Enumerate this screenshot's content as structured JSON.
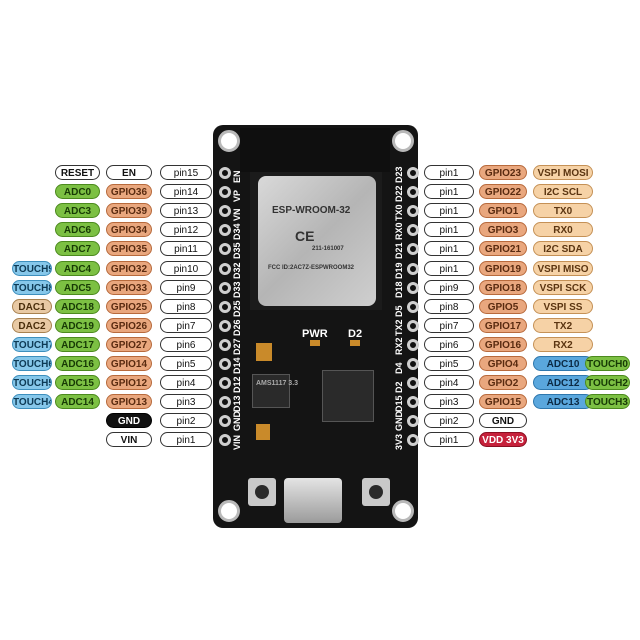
{
  "left_rows": [
    {
      "pin": "pin15",
      "tags": [
        {
          "text": "EN",
          "kind": "name"
        },
        {
          "text": "RESET",
          "kind": "name"
        }
      ]
    },
    {
      "pin": "pin14",
      "tags": [
        {
          "text": "GPIO36",
          "kind": "gpio"
        },
        {
          "text": "ADC0",
          "kind": "adc"
        }
      ]
    },
    {
      "pin": "pin13",
      "tags": [
        {
          "text": "GPIO39",
          "kind": "gpio"
        },
        {
          "text": "ADC3",
          "kind": "adc"
        }
      ]
    },
    {
      "pin": "pin12",
      "tags": [
        {
          "text": "GPIO34",
          "kind": "gpio"
        },
        {
          "text": "ADC6",
          "kind": "adc"
        }
      ]
    },
    {
      "pin": "pin11",
      "tags": [
        {
          "text": "GPIO35",
          "kind": "gpio"
        },
        {
          "text": "ADC7",
          "kind": "adc"
        }
      ]
    },
    {
      "pin": "pin10",
      "tags": [
        {
          "text": "GPIO32",
          "kind": "gpio"
        },
        {
          "text": "ADC4",
          "kind": "adc"
        },
        {
          "text": "TOUCH9",
          "kind": "touch"
        }
      ]
    },
    {
      "pin": "pin9",
      "tags": [
        {
          "text": "GPIO33",
          "kind": "gpio"
        },
        {
          "text": "ADC5",
          "kind": "adc"
        },
        {
          "text": "TOUCH8",
          "kind": "touch"
        }
      ]
    },
    {
      "pin": "pin8",
      "tags": [
        {
          "text": "GPIO25",
          "kind": "gpio"
        },
        {
          "text": "ADC18",
          "kind": "adc"
        },
        {
          "text": "DAC1",
          "kind": "dac"
        }
      ]
    },
    {
      "pin": "pin7",
      "tags": [
        {
          "text": "GPIO26",
          "kind": "gpio"
        },
        {
          "text": "ADC19",
          "kind": "adc"
        },
        {
          "text": "DAC2",
          "kind": "dac"
        }
      ]
    },
    {
      "pin": "pin6",
      "tags": [
        {
          "text": "GPIO27",
          "kind": "gpio"
        },
        {
          "text": "ADC17",
          "kind": "adc"
        },
        {
          "text": "TOUCH7",
          "kind": "touch"
        }
      ]
    },
    {
      "pin": "pin5",
      "tags": [
        {
          "text": "GPIO14",
          "kind": "gpio"
        },
        {
          "text": "ADC16",
          "kind": "adc"
        },
        {
          "text": "TOUCH6",
          "kind": "touch"
        }
      ]
    },
    {
      "pin": "pin4",
      "tags": [
        {
          "text": "GPIO12",
          "kind": "gpio"
        },
        {
          "text": "ADC15",
          "kind": "adc"
        },
        {
          "text": "TOUCH5",
          "kind": "touch"
        }
      ]
    },
    {
      "pin": "pin3",
      "tags": [
        {
          "text": "GPIO13",
          "kind": "gpio"
        },
        {
          "text": "ADC14",
          "kind": "adc"
        },
        {
          "text": "TOUCH4",
          "kind": "touch"
        }
      ]
    },
    {
      "pin": "pin2",
      "tags": [
        {
          "text": "GND",
          "kind": "gnd"
        }
      ]
    },
    {
      "pin": "pin1",
      "tags": [
        {
          "text": "VIN",
          "kind": "name"
        }
      ]
    }
  ],
  "right_rows": [
    {
      "pin": "pin1",
      "tags": [
        {
          "text": "GPIO23",
          "kind": "gpio"
        },
        {
          "text": "VSPI MOSI",
          "kind": "spi"
        }
      ]
    },
    {
      "pin": "pin1",
      "tags": [
        {
          "text": "GPIO22",
          "kind": "gpio"
        },
        {
          "text": "I2C SCL",
          "kind": "spi"
        }
      ]
    },
    {
      "pin": "pin1",
      "tags": [
        {
          "text": "GPIO1",
          "kind": "gpio"
        },
        {
          "text": "TX0",
          "kind": "spi"
        }
      ]
    },
    {
      "pin": "pin1",
      "tags": [
        {
          "text": "GPIO3",
          "kind": "gpio"
        },
        {
          "text": "RX0",
          "kind": "spi"
        }
      ]
    },
    {
      "pin": "pin1",
      "tags": [
        {
          "text": "GPIO21",
          "kind": "gpio"
        },
        {
          "text": "I2C SDA",
          "kind": "spi"
        }
      ]
    },
    {
      "pin": "pin1",
      "tags": [
        {
          "text": "GPIO19",
          "kind": "gpio"
        },
        {
          "text": "VSPI MISO",
          "kind": "spi"
        }
      ]
    },
    {
      "pin": "pin9",
      "tags": [
        {
          "text": "GPIO18",
          "kind": "gpio"
        },
        {
          "text": "VSPI SCK",
          "kind": "spi"
        }
      ]
    },
    {
      "pin": "pin8",
      "tags": [
        {
          "text": "GPIO5",
          "kind": "gpio"
        },
        {
          "text": "VSPI SS",
          "kind": "spi"
        }
      ]
    },
    {
      "pin": "pin7",
      "tags": [
        {
          "text": "GPIO17",
          "kind": "gpio"
        },
        {
          "text": "TX2",
          "kind": "spi"
        }
      ]
    },
    {
      "pin": "pin6",
      "tags": [
        {
          "text": "GPIO16",
          "kind": "gpio"
        },
        {
          "text": "RX2",
          "kind": "spi"
        }
      ]
    },
    {
      "pin": "pin5",
      "tags": [
        {
          "text": "GPIO4",
          "kind": "gpio"
        },
        {
          "text": "ADC10",
          "kind": "adcb"
        },
        {
          "text": "TOUCH0",
          "kind": "touchg"
        }
      ]
    },
    {
      "pin": "pin4",
      "tags": [
        {
          "text": "GPIO2",
          "kind": "gpio"
        },
        {
          "text": "ADC12",
          "kind": "adcb"
        },
        {
          "text": "TOUCH2",
          "kind": "touchg"
        }
      ]
    },
    {
      "pin": "pin3",
      "tags": [
        {
          "text": "GPIO15",
          "kind": "gpio"
        },
        {
          "text": "ADC13",
          "kind": "adcb"
        },
        {
          "text": "TOUCH3",
          "kind": "touchg"
        }
      ]
    },
    {
      "pin": "pin2",
      "tags": [
        {
          "text": "GND",
          "kind": "name"
        }
      ]
    },
    {
      "pin": "pin1",
      "tags": [
        {
          "text": "VDD 3V3",
          "kind": "vdd"
        }
      ]
    }
  ],
  "board": {
    "module_brand": "ESP-WROOM-32",
    "module_fcc": "FCC ID:2AC7Z-ESPWROOM32",
    "module_cert": "211-161007",
    "ce_mark": "CE",
    "silk_pwr": "PWR",
    "silk_d2": "D2",
    "reg_text": "AMS1117 3.3",
    "left_header": [
      "EN",
      "VP",
      "VN",
      "D34",
      "D35",
      "D32",
      "D33",
      "D25",
      "D26",
      "D27",
      "D14",
      "D12",
      "D13",
      "GND",
      "VIN"
    ],
    "right_header": [
      "D23",
      "D22",
      "TX0",
      "RX0",
      "D21",
      "D19",
      "D18",
      "D5",
      "TX2",
      "RX2",
      "D4",
      "D2",
      "D15",
      "GND",
      "3V3"
    ]
  },
  "colors": {
    "gpio": "#e9a77e",
    "adc": "#7cc043",
    "touch": "#86c7ea",
    "dac": "#e8c9a4",
    "gnd": "#111111",
    "vdd": "#c6213b",
    "adcb": "#5aa7dd"
  }
}
